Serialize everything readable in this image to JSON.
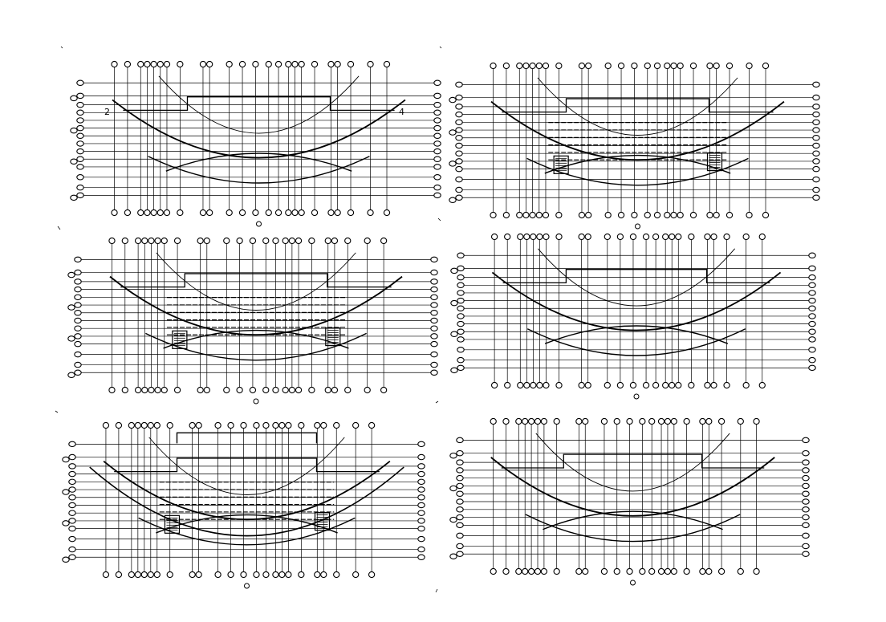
{
  "drawing": {
    "line_color": "#000000",
    "background": "#ffffff",
    "panels": [
      {
        "id": "plan-top-left",
        "variant": "grid",
        "labels": [
          "2",
          "4"
        ]
      },
      {
        "id": "plan-top-right",
        "variant": "detailed",
        "labels": []
      },
      {
        "id": "plan-middle-left",
        "variant": "detailed",
        "labels": []
      },
      {
        "id": "plan-middle-right",
        "variant": "grid",
        "labels": []
      },
      {
        "id": "plan-bottom-left",
        "variant": "outline",
        "labels": []
      },
      {
        "id": "plan-bottom-right",
        "variant": "grid",
        "labels": []
      }
    ]
  }
}
